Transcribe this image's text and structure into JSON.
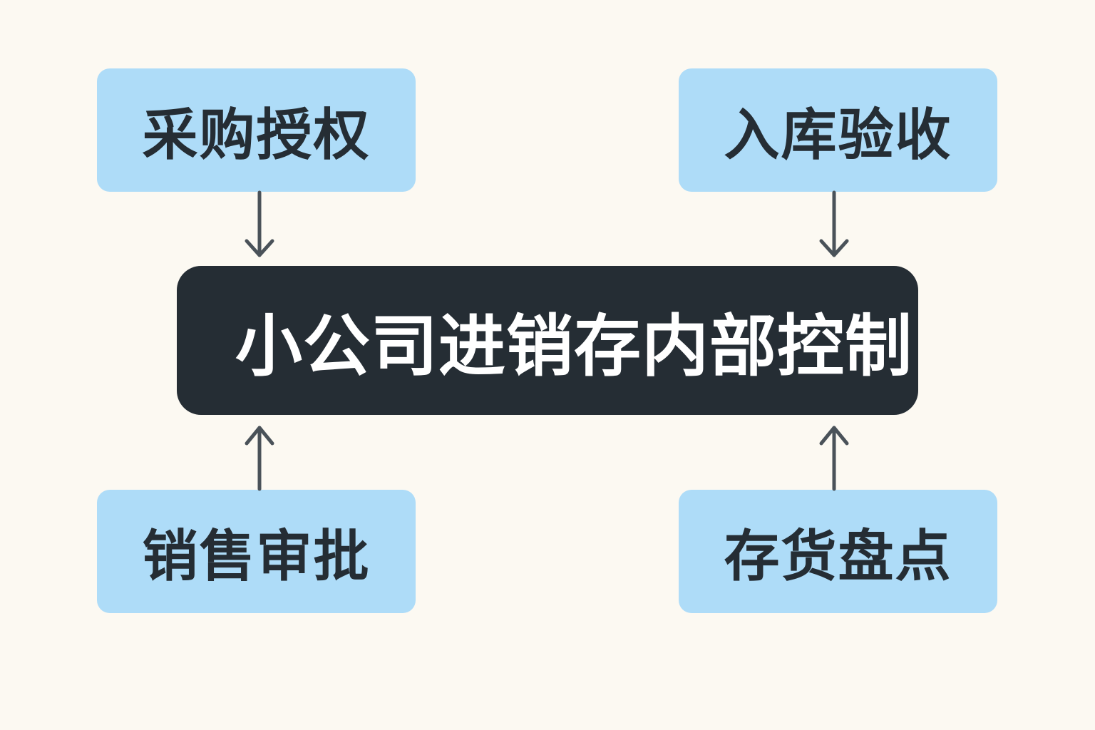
{
  "center": {
    "label": "小公司进销存内部控制"
  },
  "nodes": {
    "top_left": {
      "label": "采购授权"
    },
    "top_right": {
      "label": "入库验收"
    },
    "bottom_left": {
      "label": "销售审批"
    },
    "bottom_right": {
      "label": "存货盘点"
    }
  },
  "colors": {
    "background": "#fcf9f2",
    "node_fill": "#aedcf8",
    "center_fill": "#252d34",
    "text_dark": "#252d34",
    "text_light": "#ffffff",
    "arrow": "#4a5259"
  }
}
